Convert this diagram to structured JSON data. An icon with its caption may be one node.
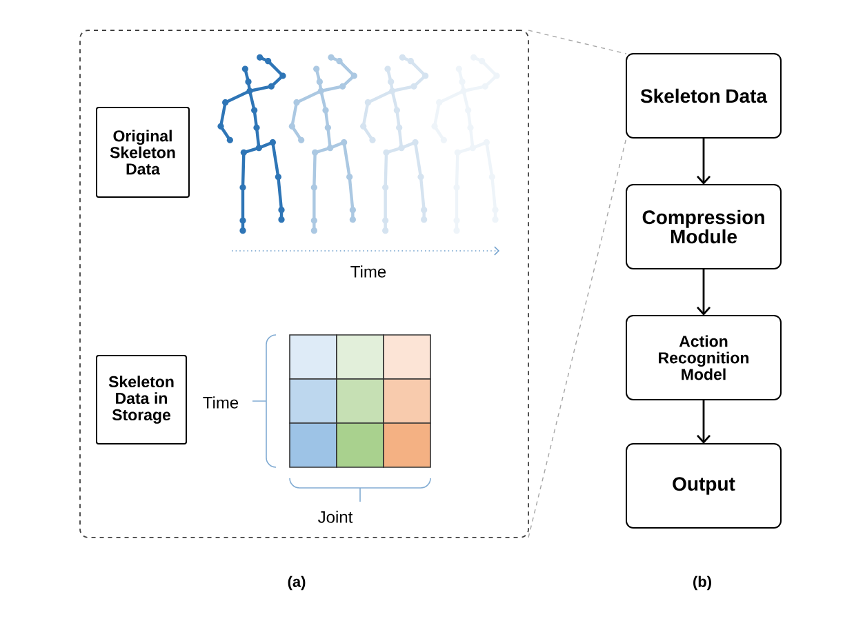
{
  "diagram": {
    "nodes": [
      {
        "text": [],
        "shape": "box"
      },
      {
        "text": [
          "Original Skeleton Data"
        ],
        "in": 0
      },
      {
        "text": [
          "Skeleton Data in Storage"
        ],
        "in": 0
      },
      {
        "text": [
          "Skeleton Data"
        ]
      },
      {
        "text": [
          "Compression Module"
        ]
      },
      {
        "text": [
          "Action Recognition Model"
        ]
      },
      {
        "text": [
          "Output"
        ]
      }
    ],
    "edges": [
      {
        "from": 3,
        "to": 4,
        "arrow": "to"
      },
      {
        "from": 4,
        "to": 5,
        "arrow": "to"
      },
      {
        "from": 5,
        "to": 6,
        "arrow": "to"
      },
      {
        "from": 0,
        "to": 3,
        "arrow": "none",
        "style": "dashed",
        "color": "#a6a6a6"
      },
      {
        "from": 0,
        "to": 3,
        "arrow": "none",
        "style": "dashed",
        "color": "#a6a6a6"
      }
    ],
    "labels": [
      "Time",
      "Time",
      "Joint",
      "(a)",
      "(b)"
    ]
  }
}
